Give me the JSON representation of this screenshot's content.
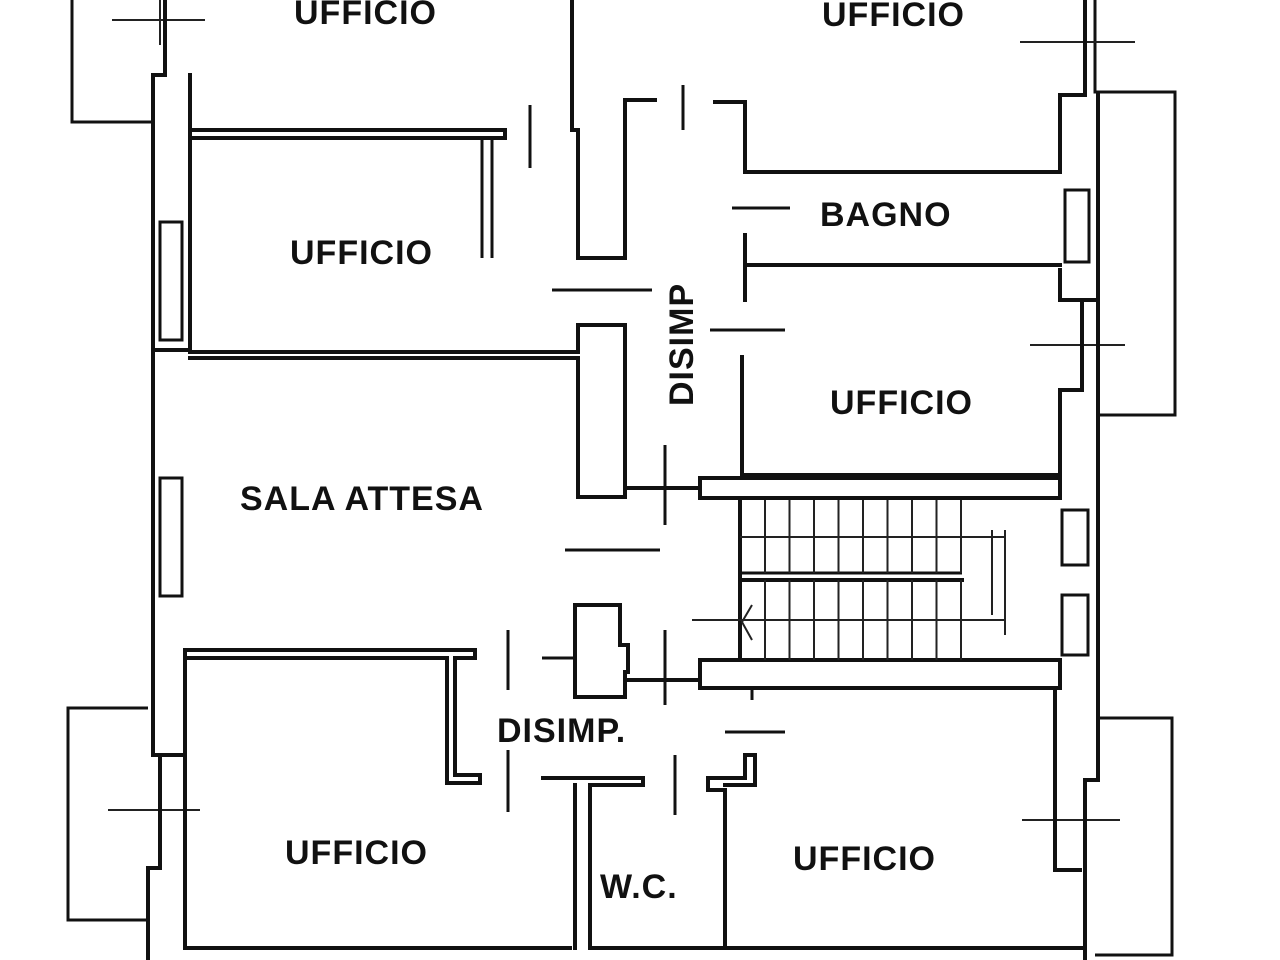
{
  "rooms": {
    "office_top_left": "UFFICIO",
    "office_top_right": "UFFICIO",
    "bathroom": "BAGNO",
    "office_mid_left": "UFFICIO",
    "hall_vertical": "DISIMP",
    "office_mid_right": "UFFICIO",
    "waiting_room": "SALA ATTESA",
    "hall_lower": "DISIMP.",
    "office_bottom_left": "UFFICIO",
    "wc": "W.C.",
    "office_bottom_right": "UFFICIO"
  },
  "colors": {
    "line": "#111111",
    "background": "#ffffff"
  }
}
